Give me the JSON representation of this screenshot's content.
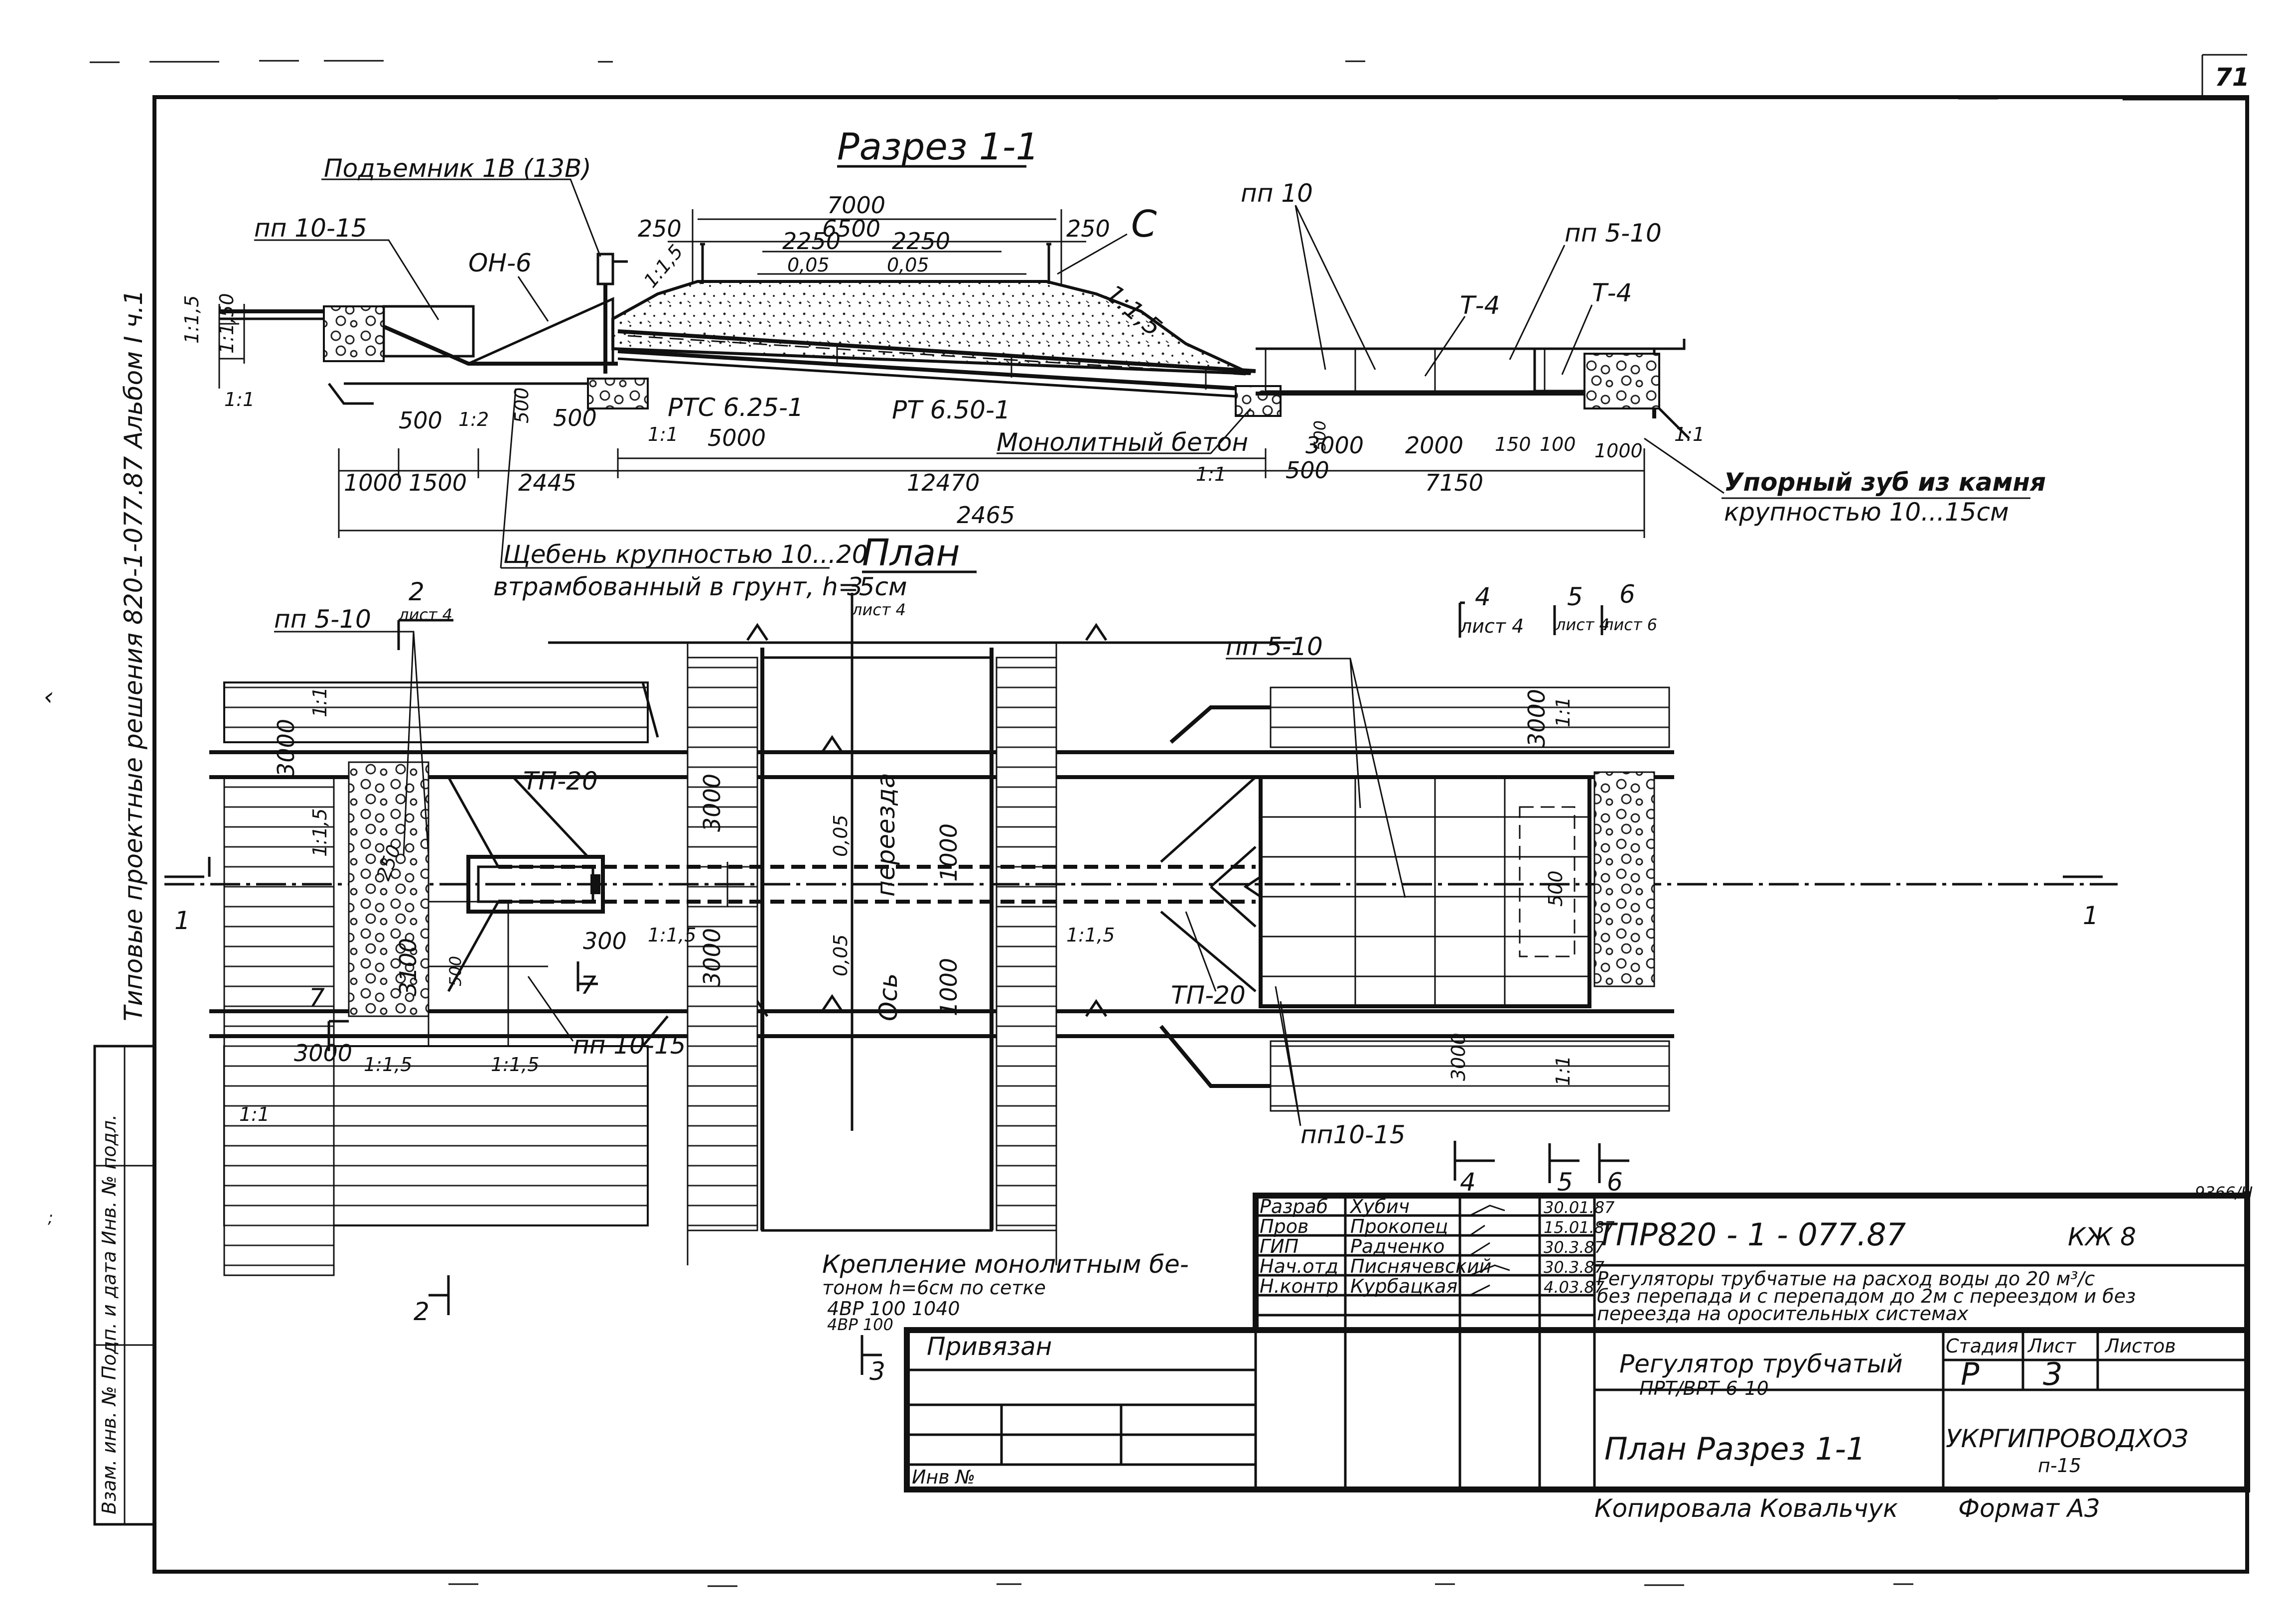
{
  "page_number": "71",
  "album_side_text": "Типовые проектные решения 820-1-077.87  Альбом I ч.1",
  "side_stamp_text": "Взам. инв. №  Подп. и дата  Инв. № подл.",
  "section": {
    "title": "Разрез 1-1",
    "labels": {
      "lift": "Подъемник 1В (13В)",
      "pp1015": "пп 10-15",
      "on6": "ОН-6",
      "pp10": "пп 10",
      "pp510": "пп 5-10",
      "t4a": "Т-4",
      "t4b": "Т-4",
      "c": "С",
      "rtc625": "РТС 6.25-1",
      "rt650": "РТ 6.50-1",
      "monolith": "Монолитный бетон",
      "stop_tooth_1": "Упорный зуб из камня",
      "stop_tooth_2": "крупностью 10...15см",
      "gravel_1": "Щебень крупностью 10...20",
      "gravel_2": "втрамбованный в грунт, h=5см"
    },
    "dims": {
      "d7000": "7000",
      "d6500": "6500",
      "d250a": "250",
      "d250b": "250",
      "d2250a": "2250",
      "d2250b": "2250",
      "d005a": "0,05",
      "d005b": "0,05",
      "s115a": "1:1,5",
      "s115b": "1:1,5",
      "s115c": "1:1,5",
      "s1150": "1:1,50",
      "s11a": "1:1",
      "s11b": "1:1",
      "s11c": "1:1",
      "s11d": "1:1",
      "s12": "1:2",
      "d500a": "500",
      "d500b": "500",
      "d500c": "500",
      "d500d": "500",
      "d500e": "500",
      "d5000": "5000",
      "d3000": "3000",
      "d2000": "2000",
      "d150": "150",
      "d100": "100",
      "d1000s": "1000",
      "b1000": "1000",
      "b1500": "1500",
      "b2445": "2445",
      "b12470": "12470",
      "b7150": "7150",
      "b24650": "2465"
    }
  },
  "plan": {
    "title": "План",
    "labels": {
      "pp510a": "пп 5-10",
      "pp510b": "пп 5-10",
      "tp20a": "ТП-20",
      "tp20b": "ТП-20",
      "pp1015a": "пп 10-15",
      "pp1015b": "пп10-15",
      "pereezda": "переезда",
      "os": "Ось",
      "fix_1": "Крепление монолитным бе-",
      "fix_2": "тоном  h=6см по сетке",
      "fix_3": "4ВР  100  1040",
      "fix_4": "4ВР  100"
    },
    "marks": {
      "c2": "2",
      "c2b": "2",
      "c3": "3",
      "c3b": "3",
      "c4": "4",
      "c4b": "4",
      "c5": "5",
      "c5b": "5",
      "c6": "6",
      "c6b": "6",
      "c1a": "1",
      "c1b": "1",
      "c7a": "7",
      "c7b": "7",
      "sheet4a": "лист 4",
      "sheet4b": "лист 4",
      "sheet4c": "лист 4",
      "sheet4d": "лист 4",
      "sheet6": "лист 6"
    },
    "dims": {
      "p3000a": "3000",
      "p3000b": "3000",
      "p3000c": "3000",
      "p3000d": "3000",
      "p3000e": "3000",
      "p3000f": "3000",
      "p1000a": "1000",
      "p1000b": "1000",
      "p3100": "3100",
      "p300": "300",
      "p250": "250",
      "p500a": "500",
      "p500b": "500",
      "p005a": "0,05",
      "p005b": "0,05",
      "ps115a": "1:1,5",
      "ps115b": "1:1,5",
      "ps115c": "1:1,5",
      "ps115d": "1:1,5",
      "ps115e": "1:1,5",
      "ps11a": "1:1",
      "ps11b": "1:1",
      "ps11c": "1:1",
      "ps11d": "1:1"
    }
  },
  "title_block": {
    "roles": [
      {
        "role": "Разраб",
        "name": "Хубич",
        "date": "30.01.87"
      },
      {
        "role": "Пров",
        "name": "Прокопец",
        "date": "15.01.87"
      },
      {
        "role": "ГИП",
        "name": "Радченко",
        "date": "30.3.87"
      },
      {
        "role": "Нач.отд",
        "name": "Писнячевский",
        "date": "30.3.87"
      },
      {
        "role": "Н.контр",
        "name": "Курбацкая",
        "date": "4.03.87"
      }
    ],
    "doc_code": "ТПР820 - 1 - 077.87",
    "sheet_mark": "КЖ 8",
    "subject_1": "Регуляторы трубчатые на расход воды до 20 м³/с",
    "subject_2": "без перепада и с перепадом до 2м с переездом и без",
    "subject_3": "переезда на оросительных системах",
    "object_name_1": "Регулятор трубчатый",
    "object_name_2": "ПРТ/ВРТ-6-10",
    "sheet_name": "План  Разрез 1-1",
    "stage_h": "Стадия",
    "sheet_h": "Лист",
    "sheets_h": "Листов",
    "stage_v": "Р",
    "sheet_v": "3",
    "sheets_v": "",
    "org_1": "УКРГИПРОВОДХОЗ",
    "org_2": "п-15",
    "privyazan": "Привязан",
    "inv": "Инв №",
    "copied": "Копировала Ковальчук",
    "format": "Формат  А3",
    "small_code": "9366/Н"
  }
}
